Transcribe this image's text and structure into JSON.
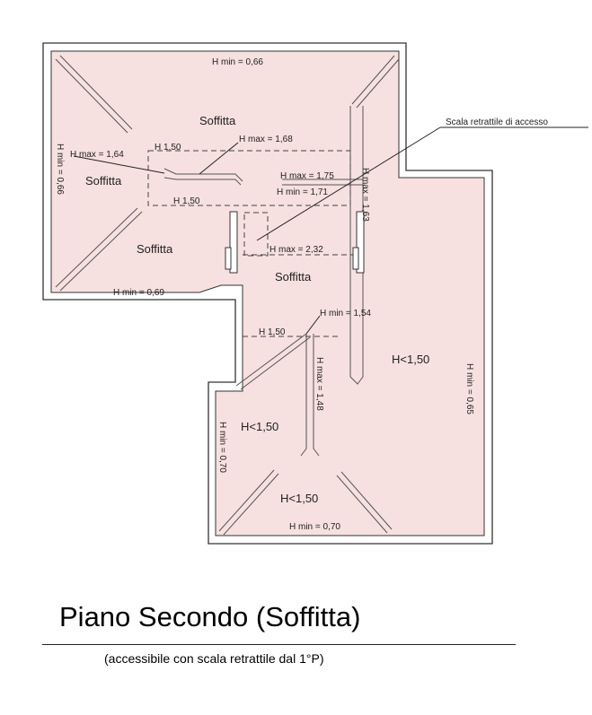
{
  "plan": {
    "fill_color": "#f6e0e0",
    "wall_color": "#333333",
    "rooms": {
      "soffitta_top": "Soffitta",
      "soffitta_left": "Soffitta",
      "soffitta_lower_left": "Soffitta",
      "soffitta_center": "Soffitta",
      "h_lt_right": "H<1,50",
      "h_lt_mid": "H<1,50",
      "h_lt_bottom": "H<1,50"
    },
    "dims": {
      "h_min_top": "H min = 0,66",
      "h_min_left": "H min = 0,66",
      "h_max_164": "H max = 1,64",
      "h_150_a": "H 1,50",
      "h_max_168": "H max = 1,68",
      "h_max_175": "H max = 1,75",
      "h_min_171": "H min = 1,71",
      "h_max_163": "H max = 1,63",
      "h_150_b": "H 1,50",
      "h_max_232": "H max = 2,32",
      "h_min_069": "H min = 0,69",
      "h_min_154": "H min = 1,54",
      "h_150_c": "H 1,50",
      "h_max_148": "H max = 1,48",
      "h_min_070_left": "H min = 0,70",
      "h_min_070_bottom": "H min = 0,70",
      "h_min_065": "H min = 0,65"
    },
    "callout": "Scala retrattile di accesso"
  },
  "caption": {
    "title": "Piano Secondo (Soffitta)",
    "subtitle": "(accessibile con scala retrattile dal 1°P)"
  }
}
